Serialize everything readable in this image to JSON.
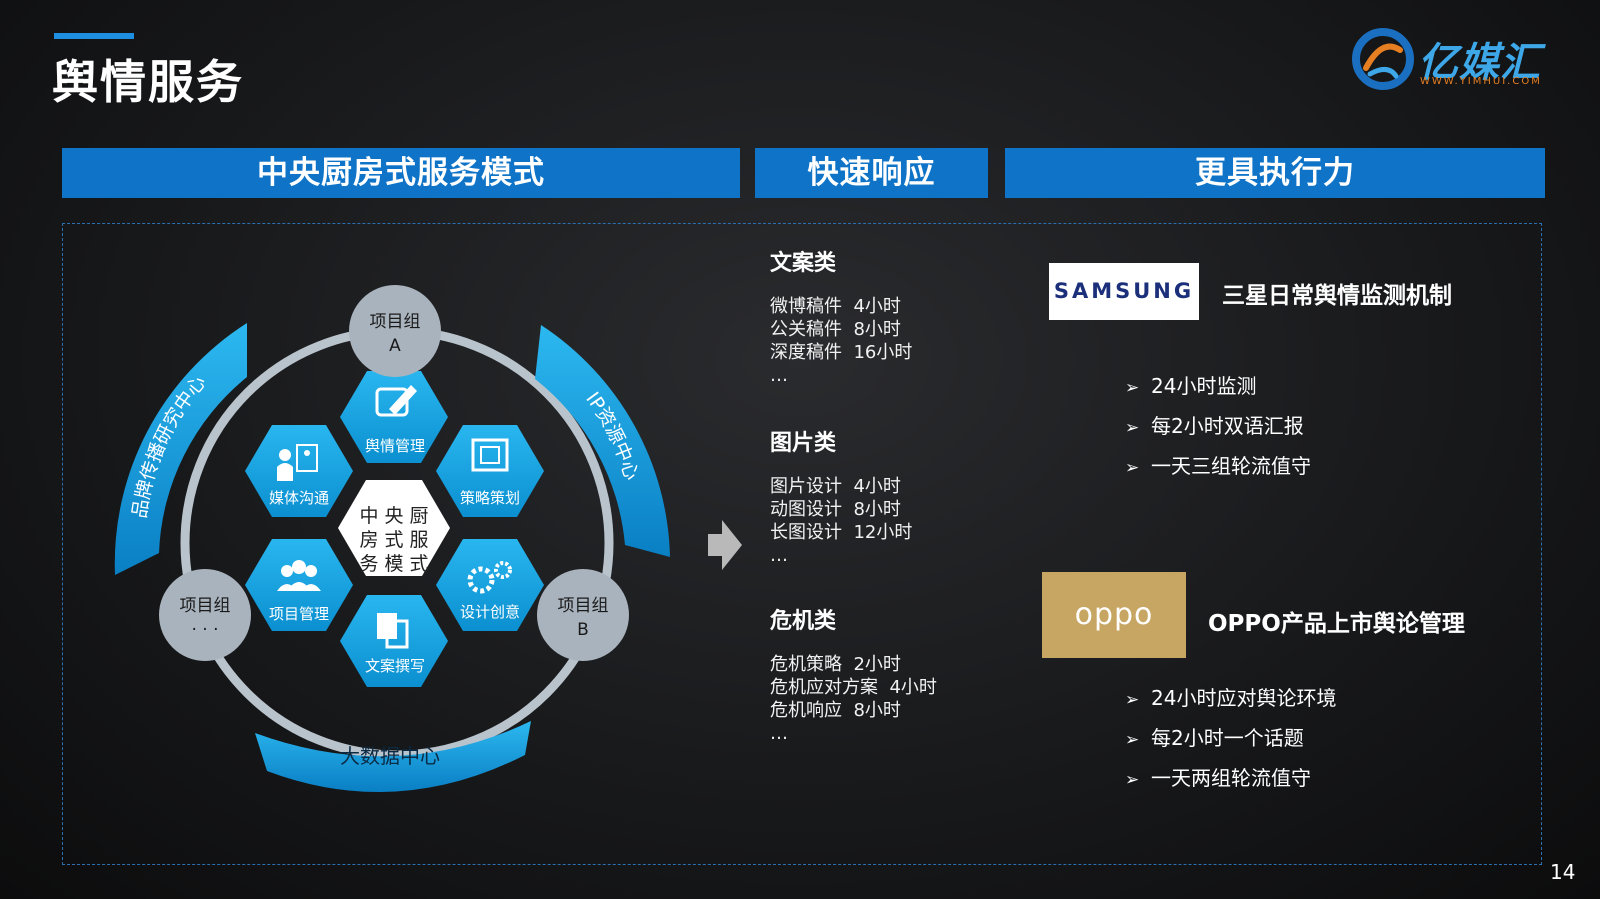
{
  "slide": {
    "title": "舆情服务",
    "page_number": "14",
    "accent_color": "#0f74c7"
  },
  "logo": {
    "name": "亿媒汇",
    "url": "WWW.YIMHUI.COM"
  },
  "headers": {
    "col1": "中央厨房式服务模式",
    "col2": "快速响应",
    "col3": "更具执行力"
  },
  "diagram": {
    "center": [
      "中 央 厨",
      "房 式 服",
      "务 模 式"
    ],
    "hexes": {
      "top": {
        "label": "舆情管理",
        "icon": "edit-icon"
      },
      "upper_right": {
        "label": "策略策划",
        "icon": "frame-icon"
      },
      "lower_right": {
        "label": "设计创意",
        "icon": "gears-icon"
      },
      "bottom": {
        "label": "文案撰写",
        "icon": "documents-icon"
      },
      "lower_left": {
        "label": "项目管理",
        "icon": "team-icon"
      },
      "upper_left": {
        "label": "媒体沟通",
        "icon": "presenter-icon"
      }
    },
    "groups": {
      "a": [
        "项目组",
        "A"
      ],
      "b": [
        "项目组",
        "B"
      ],
      "more": [
        "项目组",
        "· · ·"
      ]
    },
    "arcs": {
      "left": "品牌传播研究中心",
      "right": "IP资源中心",
      "bottom": "大数据中心"
    }
  },
  "response": {
    "categories": [
      {
        "title": "文案类",
        "lines": [
          "微博稿件  4小时",
          "公关稿件  8小时",
          "深度稿件  16小时",
          "…"
        ]
      },
      {
        "title": "图片类",
        "lines": [
          "图片设计  4小时",
          "动图设计  8小时",
          "长图设计  12小时",
          "…"
        ]
      },
      {
        "title": "危机类",
        "lines": [
          "危机策略  2小时",
          "危机应对方案  4小时",
          "危机响应  8小时",
          "…"
        ]
      }
    ]
  },
  "execution": {
    "samsung": {
      "logo_text": "SAMSUNG",
      "title": "三星日常舆情监测机制",
      "bullets": [
        "24小时监测",
        "每2小时双语汇报",
        "一天三组轮流值守"
      ]
    },
    "oppo": {
      "logo_text": "oppo",
      "title": "OPPO产品上市舆论管理",
      "bullets": [
        "24小时应对舆论环境",
        "每2小时一个话题",
        "一天两组轮流值守"
      ]
    }
  }
}
